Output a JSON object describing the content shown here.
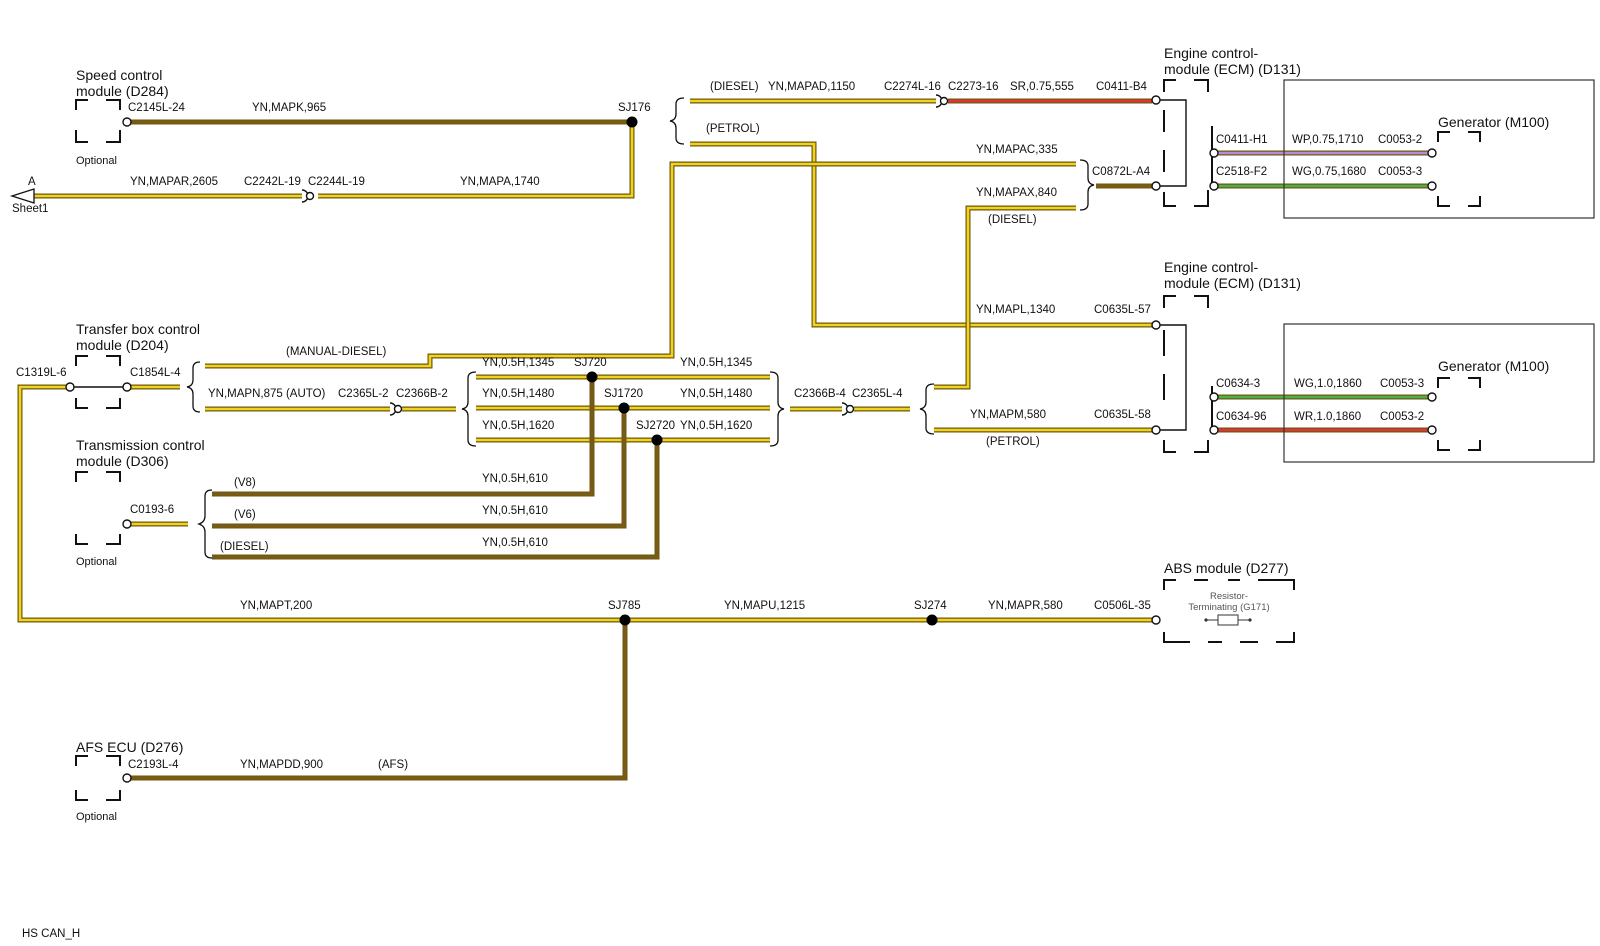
{
  "colors": {
    "wire_yellow": "#f2d21f",
    "wire_yellow_edge": "#6b5a0c",
    "wire_brown": "#7a5a17",
    "wire_red": "#e2333b",
    "wire_violet": "#b98be0",
    "wire_green": "#4caf50",
    "splice": "#000000",
    "text": "#111111"
  },
  "modules": {
    "speed_control": {
      "title_1": "Speed control",
      "title_2": "module (D284)",
      "note": "Optional"
    },
    "transfer_box": {
      "title_1": "Transfer box control",
      "title_2": "module (D204)"
    },
    "transmission": {
      "title_1": "Transmission control",
      "title_2": "module (D306)",
      "note": "Optional"
    },
    "afs": {
      "title_1": "AFS ECU (D276)",
      "note": "Optional"
    },
    "ecm_top": {
      "title_1": "Engine control-",
      "title_2": "module (ECM) (D131)"
    },
    "ecm_mid": {
      "title_1": "Engine control-",
      "title_2": "module (ECM) (D131)"
    },
    "gen_top": {
      "title": "Generator (M100)"
    },
    "gen_mid": {
      "title": "Generator (M100)"
    },
    "abs": {
      "title": "ABS module (D277)",
      "resistor_1": "Resistor-",
      "resistor_2": "Terminating (G171)"
    }
  },
  "sheet_ref": {
    "letter": "A",
    "label": "Sheet1"
  },
  "footer": "HS CAN_H",
  "labels": {
    "c2145l_24": "C2145L-24",
    "w_mapk": "YN,MAPK,965",
    "sj176": "SJ176",
    "diesel_1": "(DIESEL)",
    "w_mapad": "YN,MAPAD,1150",
    "c2274l_16": "C2274L-16",
    "c2273_16": "C2273-16",
    "w_sr": "SR,0.75,555",
    "c0411_b4": "C0411-B4",
    "petrol_1": "(PETROL)",
    "w_mapac": "YN,MAPAC,335",
    "c0872l_a4": "C0872L-A4",
    "w_mapax": "YN,MAPAX,840",
    "diesel_2": "(DIESEL)",
    "c0411_h1": "C0411-H1",
    "w_wp": "WP,0.75,1710",
    "c0053_2_top": "C0053-2",
    "c2518_f2": "C2518-F2",
    "w_wg_top": "WG,0.75,1680",
    "c0053_3_top": "C0053-3",
    "w_mapar": "YN,MAPAR,2605",
    "c2242l_19": "C2242L-19",
    "c2244l_19": "C2244L-19",
    "w_mapa": "YN,MAPA,1740",
    "w_mapl": "YN,MAPL,1340",
    "c0635l_57": "C0635L-57",
    "manual_diesel": "(MANUAL-DIESEL)",
    "c1319l_6": "C1319L-6",
    "c1854l_4": "C1854L-4",
    "w_mapn": "YN,MAPN,875 (AUTO)",
    "c2365l_2": "C2365L-2",
    "c2366b_2": "C2366B-2",
    "w_1345_a": "YN,0.5H,1345",
    "sj720": "SJ720",
    "w_1345_b": "YN,0.5H,1345",
    "w_1480_a": "YN,0.5H,1480",
    "sj1720": "SJ1720",
    "w_1480_b": "YN,0.5H,1480",
    "w_1620_a": "YN,0.5H,1620",
    "sj2720": "SJ2720",
    "w_1620_b": "YN,0.5H,1620",
    "c2366b_4": "C2366B-4",
    "c2365l_4": "C2365L-4",
    "w_mapm": "YN,MAPM,580",
    "c0635l_58": "C0635L-58",
    "petrol_2": "(PETROL)",
    "c0634_3": "C0634-3",
    "w_wg_mid": "WG,1.0,1860",
    "c0053_3_mid": "C0053-3",
    "c0634_96": "C0634-96",
    "w_wr": "WR,1.0,1860",
    "c0053_2_mid": "C0053-2",
    "c0193_6": "C0193-6",
    "v8": "(V8)",
    "w_610_a": "YN,0.5H,610",
    "v6": "(V6)",
    "w_610_b": "YN,0.5H,610",
    "diesel_3": "(DIESEL)",
    "w_610_c": "YN,0.5H,610",
    "w_mapt": "YN,MAPT,200",
    "sj785": "SJ785",
    "w_mapu": "YN,MAPU,1215",
    "sj274": "SJ274",
    "w_mapr": "YN,MAPR,580",
    "c0506l_35": "C0506L-35",
    "c2193l_4": "C2193L-4",
    "w_mapdd": "YN,MAPDD,900",
    "afs_tag": "(AFS)"
  }
}
